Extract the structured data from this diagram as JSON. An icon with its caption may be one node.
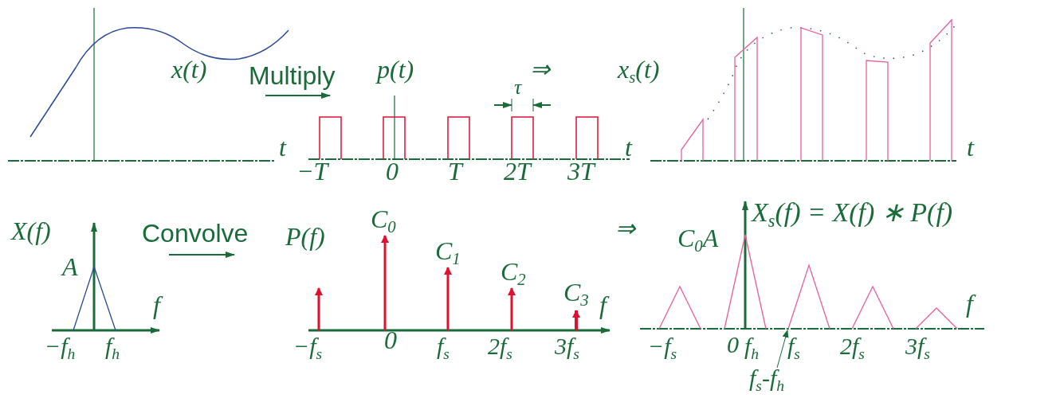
{
  "diagram": {
    "nodes": [
      {
        "text": [
          "f$_{s}$-f$_{h}$"
        ]
      },
      {
        "text": [],
        "shape": "picture"
      }
    ],
    "edges": [
      {
        "from": 0,
        "to": 1,
        "arrow": "to"
      }
    ],
    "labels": [
      "x(t)",
      "Multiply",
      "p(t)",
      "⇒",
      "x$_{s}$(t)",
      "τ",
      "t",
      "t",
      "t",
      "−T",
      "0",
      "T",
      "2T",
      "3T",
      "X(f)",
      "Convolve",
      "P(f)",
      "C$_{0}$",
      "⇒",
      "X$_{s}$(f) = X(f) ∗ P(f)",
      "C$_{0}$A",
      "A",
      "C$_{1}$",
      "C$_{2}$",
      "C$_{3}$",
      "f",
      "f",
      "f",
      "−f$_{h}$",
      "f$_{h}$",
      "−f$_{s}$",
      "0",
      "f$_{s}$",
      "2f$_{s}$",
      "3f$_{s}$",
      "−f$_{s}$",
      "0",
      "f$_{h}$",
      "f$_{s}$",
      "2f$_{s}$",
      "3f$_{s}$"
    ]
  }
}
